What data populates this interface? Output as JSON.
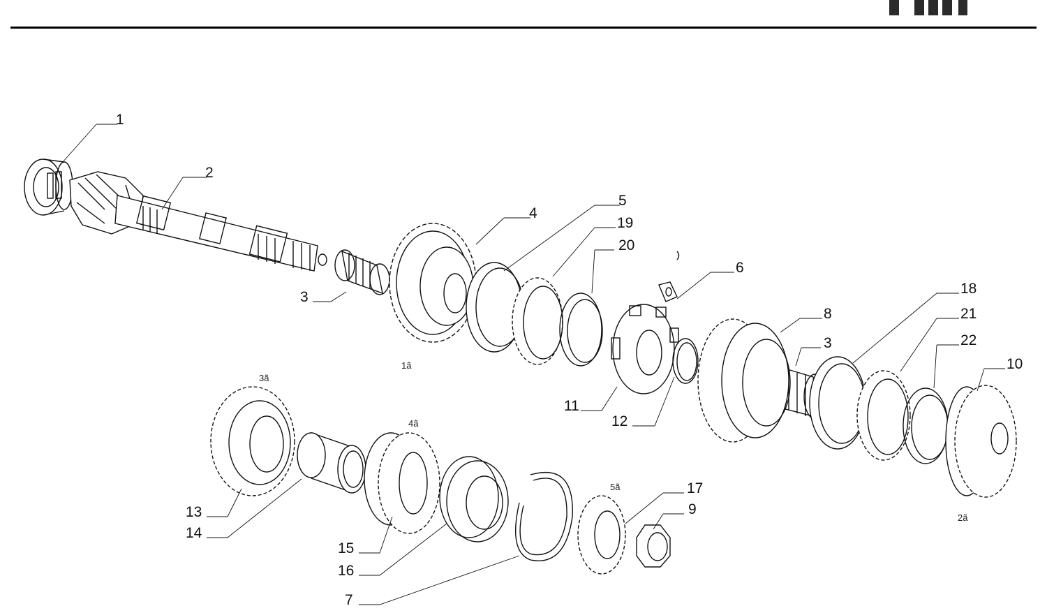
{
  "header": {
    "brand_logo": "FIAT"
  },
  "callouts": {
    "c1": "1",
    "c2": "2",
    "c3a": "3",
    "c3b": "3",
    "c4": "4",
    "c5": "5",
    "c6": "6",
    "c7": "7",
    "c8": "8",
    "c9": "9",
    "c10": "10",
    "c11": "11",
    "c12": "12",
    "c13": "13",
    "c14": "14",
    "c15": "15",
    "c16": "16",
    "c17": "17",
    "c18": "18",
    "c19": "19",
    "c20": "20",
    "c21": "21",
    "c22": "22"
  },
  "gear_labels": {
    "first": "1ã",
    "second": "2ã",
    "third": "3ã",
    "fourth": "4ã",
    "fifth": "5ã"
  },
  "colors": {
    "line": "#111111",
    "background": "#ffffff"
  }
}
